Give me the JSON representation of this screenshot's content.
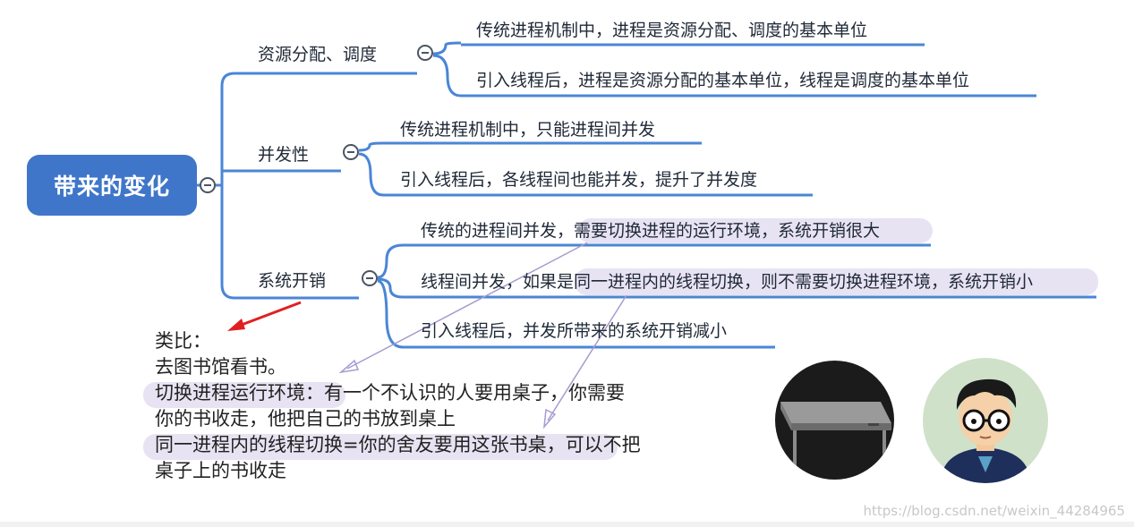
{
  "root": {
    "label": "带来的变化"
  },
  "branches": [
    {
      "label": "资源分配、调度",
      "leaves": [
        "传统进程机制中，进程是资源分配、调度的基本单位",
        "引入线程后，进程是资源分配的基本单位，线程是调度的基本单位"
      ]
    },
    {
      "label": "并发性",
      "leaves": [
        "传统进程机制中，只能进程间并发",
        "引入线程后，各线程间也能并发，提升了并发度"
      ]
    },
    {
      "label": "系统开销",
      "leaves": [
        "传统的进程间并发，需要切换进程的运行环境，系统开销很大",
        "线程间并发，如果是同一进程内的线程切换，则不需要切换进程环境，系统开销小",
        "引入线程后，并发所带来的系统开销减小"
      ]
    }
  ],
  "note": {
    "lines": [
      "类比：",
      "去图书馆看书。",
      "切换进程运行环境：有一个不认识的人要用桌子，你需要",
      "你的书收走，他把自己的书放到桌上",
      "同一进程内的线程切换=你的舍友要用这张书桌，可以不把",
      "桌子上的书收走"
    ]
  },
  "images": {
    "desk": "desk-illustration",
    "person": "student-avatar"
  },
  "watermark": "https://blog.csdn.net/weixin_44284965",
  "colors": {
    "root_bg": "#3f76c9",
    "connector": "#4a86d6",
    "highlight": "#e8e3f2",
    "annotation_arrow": "#e02020",
    "pointer": "#a89bd0"
  }
}
